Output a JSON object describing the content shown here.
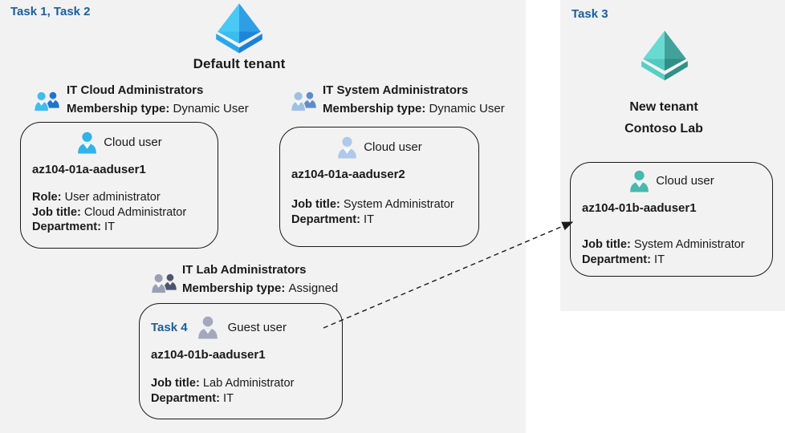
{
  "left_panel": {
    "task_label": "Task 1, Task 2",
    "tenant": {
      "name": "Default tenant"
    },
    "group_cloud": {
      "name": "IT Cloud Administrators",
      "membership_label": "Membership type:",
      "membership_value": "Dynamic User"
    },
    "group_system": {
      "name": "IT System Administrators",
      "membership_label": "Membership type:",
      "membership_value": "Dynamic User"
    },
    "group_lab": {
      "name": "IT Lab Administrators",
      "membership_label": "Membership type:",
      "membership_value": "Assigned"
    },
    "card_user1": {
      "type_label": "Cloud user",
      "name": "az104-01a-aaduser1",
      "fields": [
        {
          "label": "Role:",
          "value": "User administrator"
        },
        {
          "label": "Job title:",
          "value": "Cloud Administrator"
        },
        {
          "label": "Department:",
          "value": "IT"
        }
      ]
    },
    "card_user2": {
      "type_label": "Cloud user",
      "name": "az104-01a-aaduser2",
      "fields": [
        {
          "label": "Job title:",
          "value": "System Administrator"
        },
        {
          "label": "Department:",
          "value": "IT"
        }
      ]
    },
    "card_guest": {
      "task_label": "Task 4",
      "type_label": "Guest user",
      "name": "az104-01b-aaduser1",
      "fields": [
        {
          "label": "Job title:",
          "value": "Lab Administrator"
        },
        {
          "label": "Department:",
          "value": "IT"
        }
      ]
    }
  },
  "right_panel": {
    "task_label": "Task 3",
    "tenant": {
      "name_line1": "New tenant",
      "name_line2": "Contoso Lab"
    },
    "card_user": {
      "type_label": "Cloud user",
      "name": "az104-01b-aaduser1",
      "fields": [
        {
          "label": "Job title:",
          "value": "System Administrator"
        },
        {
          "label": "Department:",
          "value": "IT"
        }
      ]
    }
  },
  "icons": {
    "tenant_blue": "azure-tenant-pyramid-blue",
    "tenant_teal": "azure-tenant-pyramid-teal",
    "group_bright_blue": "group-two-users-blue",
    "group_light_blue": "group-two-users-light-blue",
    "group_gray": "group-two-users-gray",
    "user_bright_blue": "single-user-cyan",
    "user_light_blue": "single-user-light-blue",
    "user_gray": "single-user-gray",
    "user_teal": "single-user-teal",
    "arrow": "dashed-arrow-guest-to-new-tenant"
  },
  "colors": {
    "panel_bg": "#f2f2f2",
    "task_label": "#1A5E9B",
    "text": "#1a1a1a",
    "card_border": "#191919",
    "arrow": "#1a1a1a",
    "user_bright_blue": "#2FB3E8",
    "user_light_blue": "#AFC9EA",
    "user_gray": "#A3A8BC",
    "user_teal": "#47B9AE",
    "tenant_blue_light": "#4AC9F4",
    "tenant_blue_dark": "#1E86DA",
    "tenant_teal_light": "#69DAD2",
    "tenant_teal_dark": "#2F8F87"
  }
}
